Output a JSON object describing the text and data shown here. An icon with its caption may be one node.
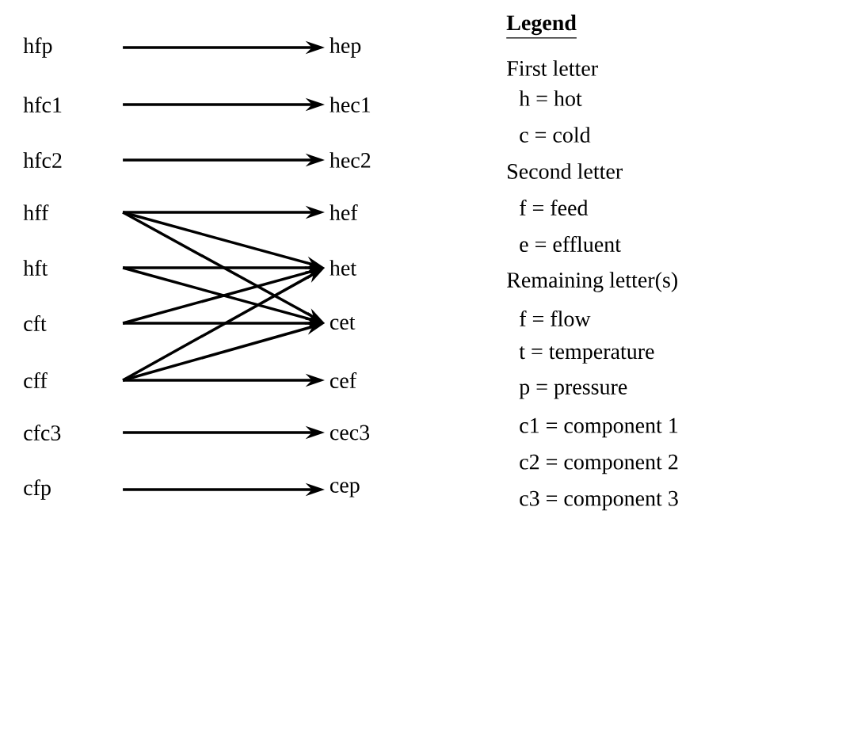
{
  "diagram": {
    "nodes": [
      {
        "text": [
          "hfp"
        ]
      },
      {
        "text": [
          "hep"
        ]
      },
      {
        "text": [
          "hfc1"
        ]
      },
      {
        "text": [
          "hec1"
        ]
      },
      {
        "text": [
          "hfc2"
        ]
      },
      {
        "text": [
          "hec2"
        ]
      },
      {
        "text": [
          "hff"
        ]
      },
      {
        "text": [
          "hef"
        ]
      },
      {
        "text": [
          "hft"
        ]
      },
      {
        "text": [
          "het"
        ]
      },
      {
        "text": [
          "cft"
        ]
      },
      {
        "text": [
          "cet"
        ]
      },
      {
        "text": [
          "cff"
        ]
      },
      {
        "text": [
          "cef"
        ]
      },
      {
        "text": [
          "cfc3"
        ]
      },
      {
        "text": [
          "cec3"
        ]
      },
      {
        "text": [
          "cfp"
        ]
      },
      {
        "text": [
          "cep"
        ]
      }
    ],
    "edges": [
      {
        "from": 0,
        "to": 1,
        "arrow": "to"
      },
      {
        "from": 2,
        "to": 3,
        "arrow": "to"
      },
      {
        "from": 4,
        "to": 5,
        "arrow": "to"
      },
      {
        "from": 6,
        "to": 7,
        "arrow": "to"
      },
      {
        "from": 6,
        "to": 9,
        "arrow": "to"
      },
      {
        "from": 6,
        "to": 11,
        "arrow": "to"
      },
      {
        "from": 8,
        "to": 9,
        "arrow": "to"
      },
      {
        "from": 8,
        "to": 11,
        "arrow": "to"
      },
      {
        "from": 10,
        "to": 9,
        "arrow": "to"
      },
      {
        "from": 10,
        "to": 11,
        "arrow": "to"
      },
      {
        "from": 12,
        "to": 9,
        "arrow": "to"
      },
      {
        "from": 12,
        "to": 11,
        "arrow": "to"
      },
      {
        "from": 12,
        "to": 13,
        "arrow": "to"
      },
      {
        "from": 14,
        "to": 15,
        "arrow": "to"
      },
      {
        "from": 16,
        "to": 17,
        "arrow": "to"
      }
    ],
    "labels": [
      "Legend",
      "First letter",
      "h = hot",
      "c = cold",
      "Second letter",
      "f = feed",
      "e = effluent",
      "Remaining letter(s)",
      "f = flow",
      "t = temperature",
      "p = pressure",
      "c1 = component 1",
      "c2 = component 2",
      "c3 = component 3"
    ]
  }
}
